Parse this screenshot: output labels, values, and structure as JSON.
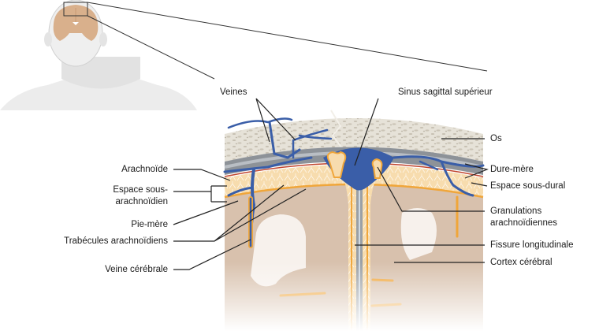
{
  "diagram": {
    "title": "Méninges — coupe coronale",
    "colors": {
      "bone": "#e4e0d6",
      "bone_texture": "#c9c3b6",
      "dura": "#8e9297",
      "dura_light": "#b7bcc2",
      "vein": "#3a5ea8",
      "vein_dark": "#2d4b8c",
      "subarachnoid": "#f6d9a8",
      "pia": "#f0a63a",
      "cortex": "#d9c2ae",
      "arachnoid_red": "#c0442c",
      "skin": "#e6e6e6",
      "brain": "#d9b08c"
    },
    "labels": {
      "veines": "Veines",
      "sinus": "Sinus sagittal supérieur",
      "os": "Os",
      "dure_mere": "Dure-mère",
      "espace_sous_dural": "Espace sous-dural",
      "arachnoide": "Arachnoïde",
      "espace_sous_arachnoidien_1": "Espace sous-",
      "espace_sous_arachnoidien_2": "arachnoïdien",
      "pie_mere": "Pie-mère",
      "trabecules": "Trabécules arachnoïdiens",
      "veine_cerebrale": "Veine cérébrale",
      "granulations_1": "Granulations",
      "granulations_2": "arachnoïdiennes",
      "fissure": "Fissure longitudinale",
      "cortex": "Cortex cérébral"
    }
  }
}
